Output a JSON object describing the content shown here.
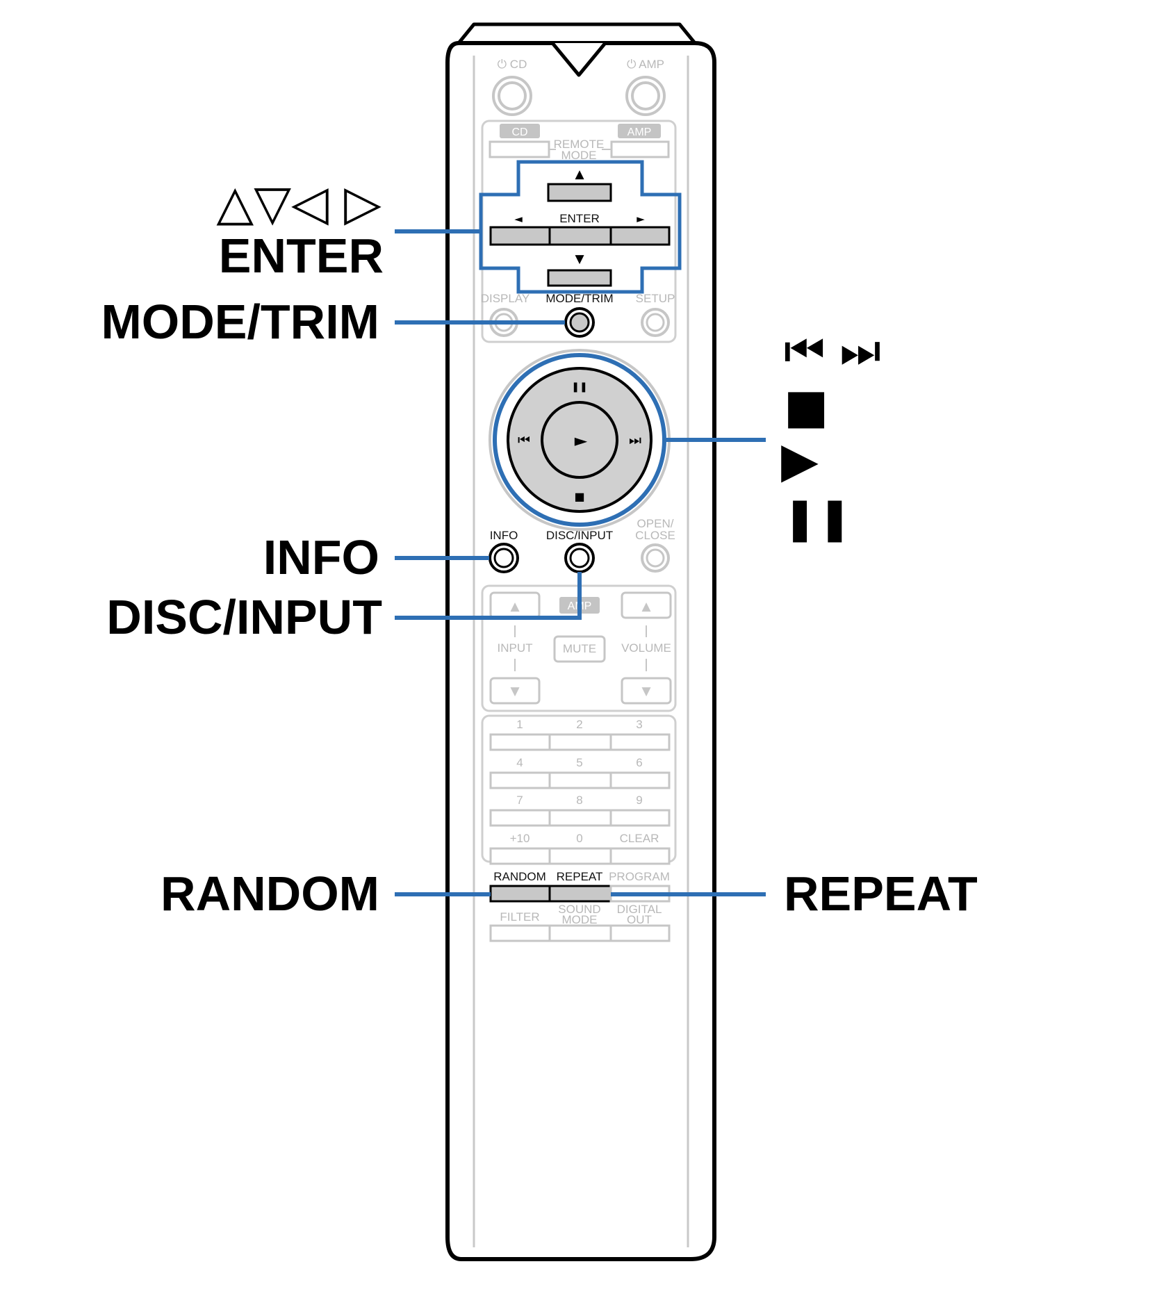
{
  "remote": {
    "power_cd": "⏻ CD",
    "power_amp": "⏻ AMP",
    "mode_cd": "CD",
    "mode_amp": "AMP",
    "remote_mode_line1": "REMOTE",
    "remote_mode_line2": "MODE",
    "up_arrow": "▲",
    "down_arrow": "▼",
    "left_arrow": "◄",
    "right_arrow": "►",
    "enter": "ENTER",
    "display": "DISPLAY",
    "mode_trim": "MODE/TRIM",
    "setup": "SETUP",
    "pause_glyph": "❚❚",
    "play_glyph": "►",
    "stop_glyph": "■",
    "prev_glyph": "⏮",
    "next_glyph": "⏭",
    "info": "INFO",
    "disc_input": "DISC/INPUT",
    "open_close_line1": "OPEN/",
    "open_close_line2": "CLOSE",
    "amp_badge": "AMP",
    "input": "INPUT",
    "mute": "MUTE",
    "volume": "VOLUME",
    "keypad": [
      "1",
      "2",
      "3",
      "4",
      "5",
      "6",
      "7",
      "8",
      "9",
      "+10",
      "0",
      "CLEAR"
    ],
    "random": "RANDOM",
    "repeat": "REPEAT",
    "program": "PROGRAM",
    "filter": "FILTER",
    "sound_mode_line1": "SOUND",
    "sound_mode_line2": "MODE",
    "digital_out_line1": "DIGITAL",
    "digital_out_line2": "OUT"
  },
  "callouts": {
    "cursor_symbols": "△▽◁ ▷",
    "enter": "ENTER",
    "mode_trim": "MODE/TRIM",
    "skip_symbols": "⏮ ⏭",
    "stop_symbol": "■",
    "play_symbol": "▶",
    "pause_symbol": "❚❚",
    "info": "INFO",
    "disc_input": "DISC/INPUT",
    "random": "RANDOM",
    "repeat": "REPEAT"
  },
  "colors": {
    "highlight": "#2e6fb4",
    "faded": "#bdbdbd",
    "outline": "#000000",
    "button_fill": "#c8c8c8"
  }
}
